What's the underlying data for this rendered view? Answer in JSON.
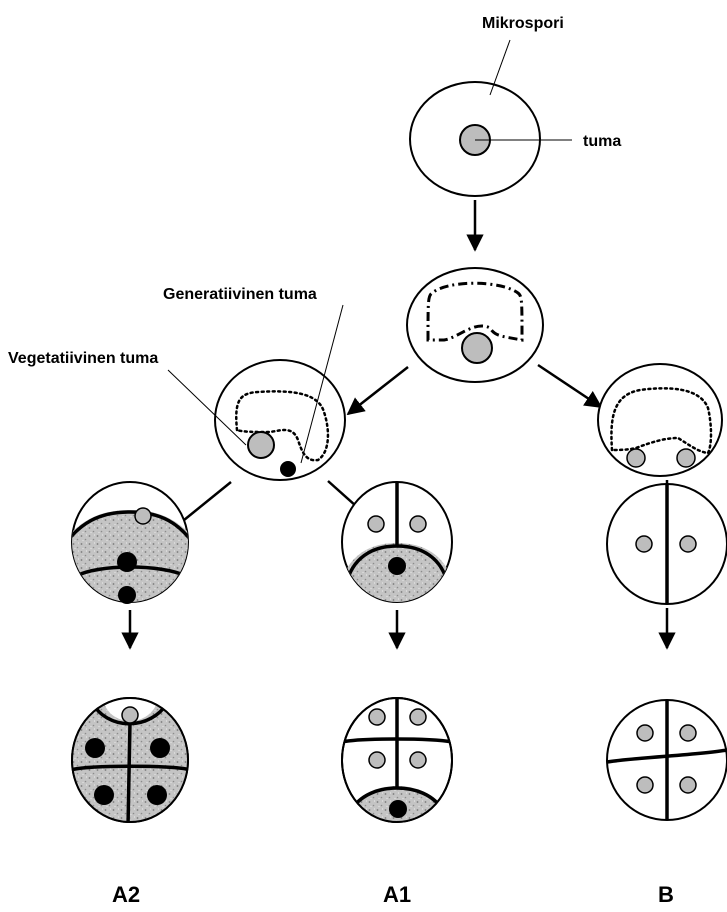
{
  "labels": {
    "microspore": "Mikrospori",
    "nucleus": "tuma",
    "generative_nucleus": "Generatiivinen tuma",
    "vegetative_nucleus": "Vegetatiivinen tuma",
    "pathway_a2": "A2",
    "pathway_a1": "A1",
    "pathway_b": "B"
  },
  "colors": {
    "outline": "#000000",
    "nucleus_fill": "#bdbdbd",
    "generative_fill": "#000000",
    "shading": "#c8c8c8"
  }
}
